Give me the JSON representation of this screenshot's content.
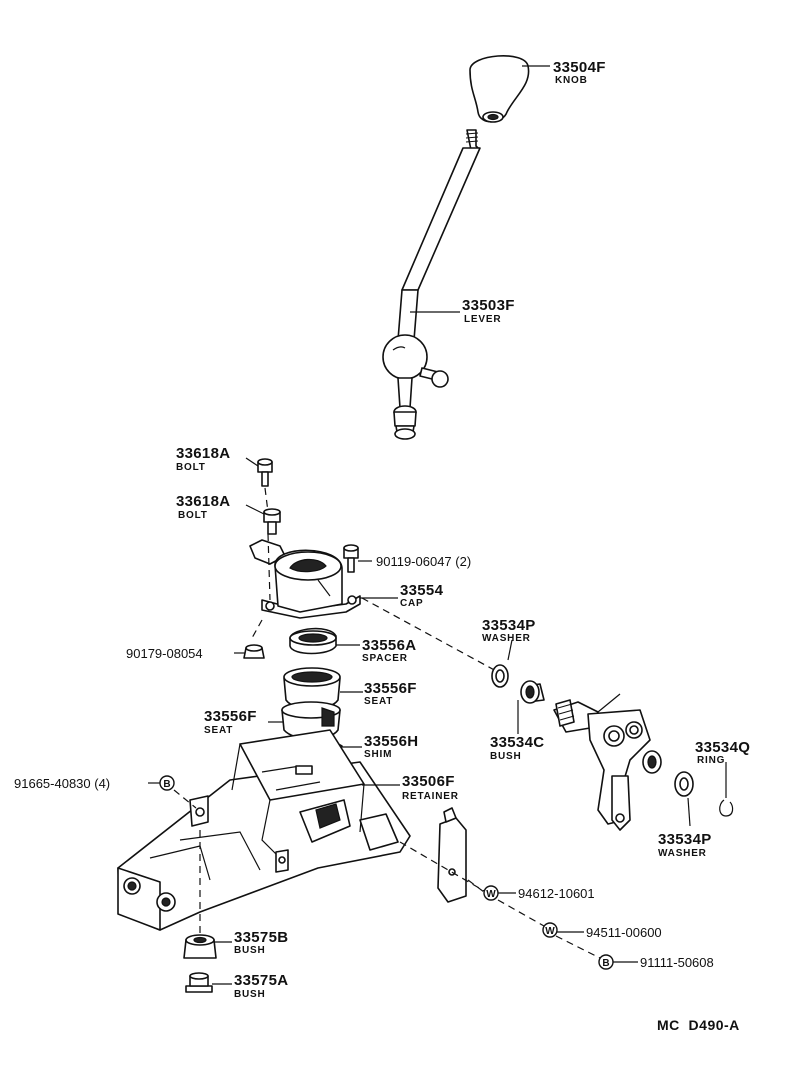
{
  "callouts": [
    {
      "id": "knob",
      "number": "33504F",
      "name": "KNOB"
    },
    {
      "id": "lever",
      "number": "33503F",
      "name": "LEVER"
    },
    {
      "id": "bolt-1",
      "number": "33618A",
      "name": "BOLT"
    },
    {
      "id": "bolt-2",
      "number": "33618A",
      "name": "BOLT"
    },
    {
      "id": "cap",
      "number": "33554",
      "name": "CAP"
    },
    {
      "id": "spacer",
      "number": "33556A",
      "name": "SPACER"
    },
    {
      "id": "seat-upper",
      "number": "33556F",
      "name": "SEAT"
    },
    {
      "id": "seat-lower",
      "number": "33556F",
      "name": "SEAT"
    },
    {
      "id": "shim",
      "number": "33556H",
      "name": "SHIM"
    },
    {
      "id": "retainer",
      "number": "33506F",
      "name": "RETAINER"
    },
    {
      "id": "washer-1",
      "number": "33534P",
      "name": "WASHER"
    },
    {
      "id": "bush-c",
      "number": "33534C",
      "name": "BUSH"
    },
    {
      "id": "ring",
      "number": "33534Q",
      "name": "RING"
    },
    {
      "id": "washer-2",
      "number": "33534P",
      "name": "WASHER"
    },
    {
      "id": "bush-b",
      "number": "33575B",
      "name": "BUSH"
    },
    {
      "id": "bush-a",
      "number": "33575A",
      "name": "BUSH"
    }
  ],
  "references": [
    {
      "id": "bolt-90119",
      "text": "90119-06047 (2)"
    },
    {
      "id": "nut-90179",
      "text": "90179-08054"
    },
    {
      "id": "bolt-91665",
      "text": "91665-40830 (4)",
      "symbol": "B"
    },
    {
      "id": "washer-94612",
      "text": "94612-10601",
      "symbol": "W"
    },
    {
      "id": "washer-94511",
      "text": "94511-00600",
      "symbol": "W"
    },
    {
      "id": "bolt-91111",
      "text": "91111-50608",
      "symbol": "B"
    }
  ],
  "diagram_code": "MC  D490-A",
  "colors": {
    "ink": "#111111",
    "paper": "#ffffff"
  }
}
